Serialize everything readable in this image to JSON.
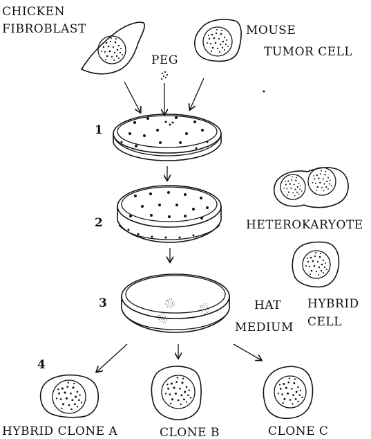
{
  "labels": {
    "chicken_line1": "CHICKEN",
    "chicken_line2": "FIBROBLAST",
    "mouse_line1": "MOUSE",
    "mouse_line2": "TUMOR CELL",
    "peg": "PEG",
    "heterokaryote": "HETEROKARYOTE",
    "hybrid_line1": "HYBRID",
    "hybrid_line2": "CELL",
    "hat_line1": "HAT",
    "hat_line2": "MEDIUM",
    "clone_a": "HYBRID CLONE A",
    "clone_b": "CLONE B",
    "clone_c": "CLONE C"
  },
  "steps": [
    "1",
    "2",
    "3",
    "4"
  ]
}
